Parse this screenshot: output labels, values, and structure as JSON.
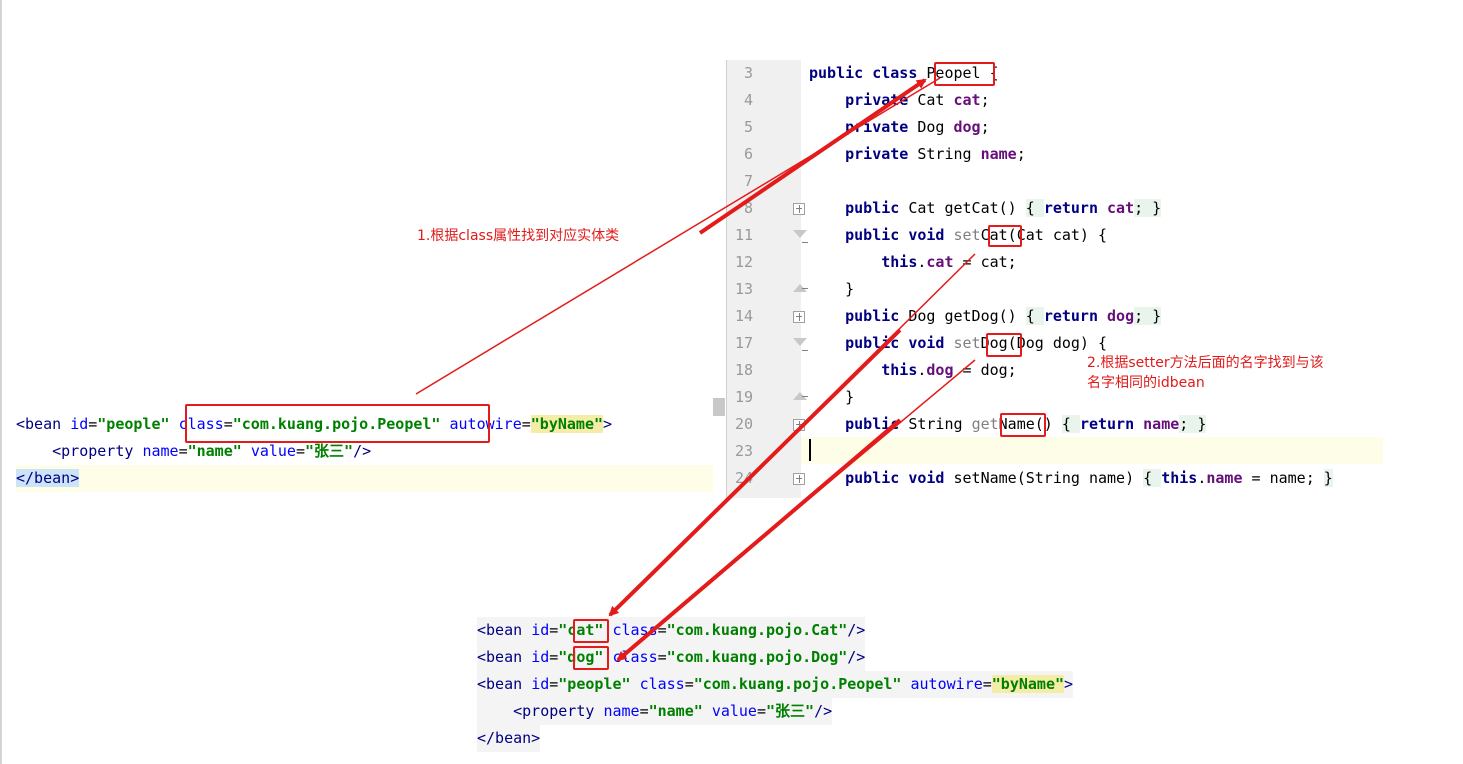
{
  "java": {
    "line_numbers": [
      "3",
      "4",
      "5",
      "6",
      "7",
      "8",
      "11",
      "12",
      "13",
      "14",
      "17",
      "18",
      "19",
      "20",
      "23",
      "24"
    ],
    "lines": [
      [
        [
          "kw",
          "public class "
        ],
        [
          "plain",
          "Peopel"
        ],
        [
          "plain",
          " {"
        ]
      ],
      [
        [
          "kw",
          "    private "
        ],
        [
          "plain",
          "Cat "
        ],
        [
          "fld",
          "cat"
        ],
        [
          "plain",
          ";"
        ]
      ],
      [
        [
          "kw",
          "    private "
        ],
        [
          "plain",
          "Dog "
        ],
        [
          "fld",
          "dog"
        ],
        [
          "plain",
          ";"
        ]
      ],
      [
        [
          "kw",
          "    private "
        ],
        [
          "plain",
          "String "
        ],
        [
          "fld",
          "name"
        ],
        [
          "plain",
          ";"
        ]
      ],
      [
        [
          "plain",
          ""
        ]
      ],
      [
        [
          "kw",
          "    public "
        ],
        [
          "plain",
          "Cat getCat() "
        ],
        [
          "fold",
          "{ "
        ],
        [
          "kw",
          "return "
        ],
        [
          "fld",
          "cat"
        ],
        [
          "fold",
          "; }"
        ]
      ],
      [
        [
          "kw",
          "    public void "
        ],
        [
          "gray",
          "set"
        ],
        [
          "plain",
          "Cat(Cat cat) {"
        ]
      ],
      [
        [
          "kw",
          "        this"
        ],
        [
          "plain",
          "."
        ],
        [
          "fld",
          "cat"
        ],
        [
          "plain",
          " = cat;"
        ]
      ],
      [
        [
          "plain",
          "    }"
        ]
      ],
      [
        [
          "kw",
          "    public "
        ],
        [
          "plain",
          "Dog getDog() "
        ],
        [
          "fold",
          "{ "
        ],
        [
          "kw",
          "return "
        ],
        [
          "fld",
          "dog"
        ],
        [
          "fold",
          "; }"
        ]
      ],
      [
        [
          "kw",
          "    public void "
        ],
        [
          "gray",
          "set"
        ],
        [
          "plain",
          "Dog(Dog dog) {"
        ]
      ],
      [
        [
          "kw",
          "        this"
        ],
        [
          "plain",
          "."
        ],
        [
          "fld",
          "dog"
        ],
        [
          "plain",
          " = dog;"
        ]
      ],
      [
        [
          "plain",
          "    }"
        ]
      ],
      [
        [
          "kw",
          "    public "
        ],
        [
          "plain",
          "String "
        ],
        [
          "gray",
          "get"
        ],
        [
          "plain",
          "Name() "
        ],
        [
          "fold",
          "{ "
        ],
        [
          "kw",
          "return "
        ],
        [
          "fld",
          "name"
        ],
        [
          "fold",
          "; }"
        ]
      ],
      [
        [
          "plain",
          ""
        ]
      ],
      [
        [
          "kw",
          "    public void "
        ],
        [
          "plain",
          "setName(String name) "
        ],
        [
          "fold",
          "{ "
        ],
        [
          "kw",
          "this"
        ],
        [
          "plain",
          "."
        ],
        [
          "fld",
          "name"
        ],
        [
          "plain",
          " = name; "
        ],
        [
          "fold",
          "}"
        ]
      ]
    ]
  },
  "xml_left": {
    "lines": [
      [
        [
          "tag",
          "<bean "
        ],
        [
          "attr",
          "id"
        ],
        [
          "punct",
          "="
        ],
        [
          "val",
          "\"people\""
        ],
        [
          "plain",
          " "
        ],
        [
          "attr",
          "class"
        ],
        [
          "punct",
          "="
        ],
        [
          "val",
          "\"com.kuang.pojo.Peopel\""
        ],
        [
          "plain",
          " "
        ],
        [
          "attr",
          "autowire"
        ],
        [
          "punct",
          "="
        ],
        [
          "valhl",
          "\"byName\""
        ],
        [
          "tag",
          ">"
        ]
      ],
      [
        [
          "plain",
          "    "
        ],
        [
          "tag",
          "<property "
        ],
        [
          "attr",
          "name"
        ],
        [
          "punct",
          "="
        ],
        [
          "val",
          "\"name\""
        ],
        [
          "plain",
          " "
        ],
        [
          "attr",
          "value"
        ],
        [
          "punct",
          "="
        ],
        [
          "val",
          "\"张三\""
        ],
        [
          "tag",
          "/>"
        ]
      ],
      [
        [
          "taghl",
          "</bean"
        ],
        [
          "taghl",
          ">"
        ]
      ]
    ]
  },
  "xml_bottom": {
    "lines": [
      [
        [
          "tag",
          "<bean "
        ],
        [
          "attr",
          "id"
        ],
        [
          "punct",
          "="
        ],
        [
          "val",
          "\"cat\""
        ],
        [
          "plain",
          " "
        ],
        [
          "attr",
          "class"
        ],
        [
          "punct",
          "="
        ],
        [
          "val",
          "\"com.kuang.pojo.Cat\""
        ],
        [
          "tag",
          "/>"
        ]
      ],
      [
        [
          "tag",
          "<bean "
        ],
        [
          "attr",
          "id"
        ],
        [
          "punct",
          "="
        ],
        [
          "val",
          "\"dog\""
        ],
        [
          "plain",
          " "
        ],
        [
          "attr",
          "class"
        ],
        [
          "punct",
          "="
        ],
        [
          "val",
          "\"com.kuang.pojo.Dog\""
        ],
        [
          "tag",
          "/>"
        ]
      ],
      [
        [
          "tag",
          "<bean "
        ],
        [
          "attr",
          "id"
        ],
        [
          "punct",
          "="
        ],
        [
          "val",
          "\"people\""
        ],
        [
          "plain",
          " "
        ],
        [
          "attr",
          "class"
        ],
        [
          "punct",
          "="
        ],
        [
          "val",
          "\"com.kuang.pojo.Peopel\""
        ],
        [
          "plain",
          " "
        ],
        [
          "attr",
          "autowire"
        ],
        [
          "punct",
          "="
        ],
        [
          "valhl",
          "\"byName\""
        ],
        [
          "tag",
          ">"
        ]
      ],
      [
        [
          "plain",
          "    "
        ],
        [
          "tag",
          "<property "
        ],
        [
          "attr",
          "name"
        ],
        [
          "punct",
          "="
        ],
        [
          "val",
          "\"name\""
        ],
        [
          "plain",
          " "
        ],
        [
          "attr",
          "value"
        ],
        [
          "punct",
          "="
        ],
        [
          "val",
          "\"张三\""
        ],
        [
          "tag",
          "/>"
        ]
      ],
      [
        [
          "tag",
          "</bean>"
        ]
      ]
    ]
  },
  "annotations": {
    "note1": "1.根据class属性找到对应实体类",
    "note2_line1": "2.根据setter方法后面的名字找到与该",
    "note2_line2": "名字相同的idbean"
  },
  "colors": {
    "annotation_red": "#e31b1b",
    "keyword": "#000080",
    "field": "#660e7a",
    "xml_value": "#008000",
    "xml_attr": "#0000ff"
  }
}
